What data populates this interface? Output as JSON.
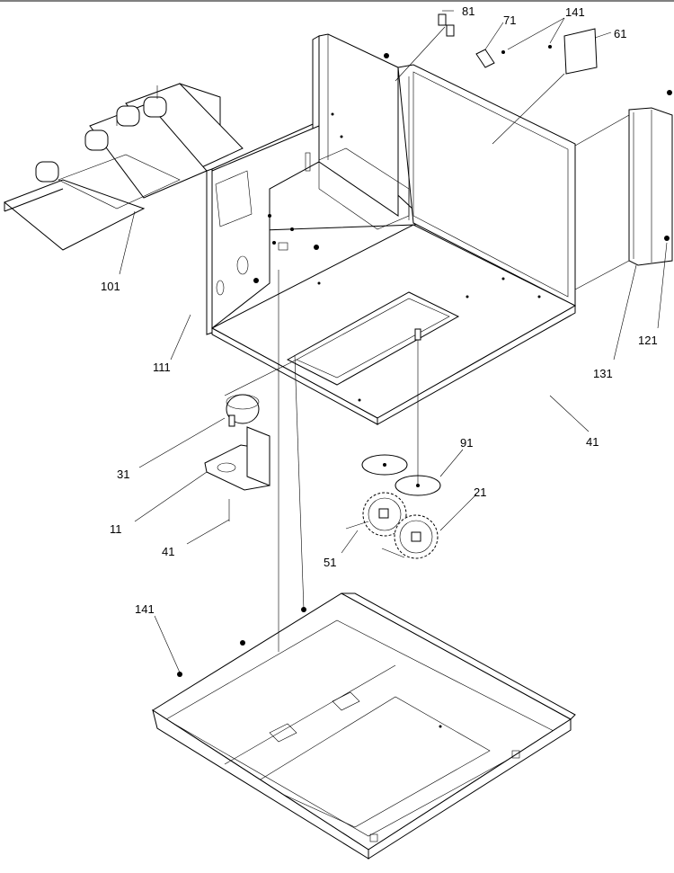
{
  "callouts": {
    "c81": "81",
    "c71": "71",
    "c141_top": "141",
    "c61": "61",
    "c101": "101",
    "c111": "111",
    "c121": "121",
    "c131": "131",
    "c41_right": "41",
    "c31": "31",
    "c91": "91",
    "c21": "21",
    "c11": "11",
    "c51": "51",
    "c41_left": "41",
    "c141_bottom": "141"
  }
}
